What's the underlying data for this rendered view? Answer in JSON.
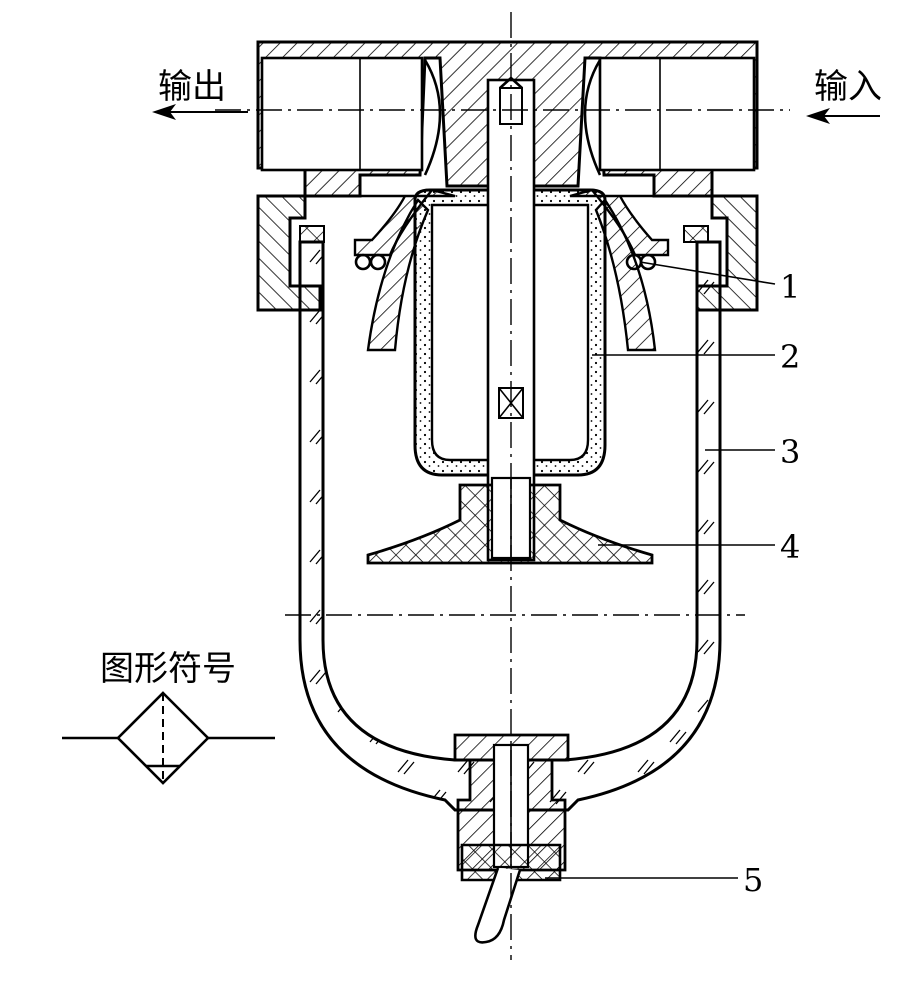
{
  "ports": {
    "output_label": "输出",
    "input_label": "输入"
  },
  "symbol": {
    "title": "图形符号"
  },
  "callouts": [
    {
      "number": "1"
    },
    {
      "number": "2"
    },
    {
      "number": "3"
    },
    {
      "number": "4"
    },
    {
      "number": "5"
    }
  ],
  "colors": {
    "ink": "#000000",
    "paper": "#ffffff"
  }
}
